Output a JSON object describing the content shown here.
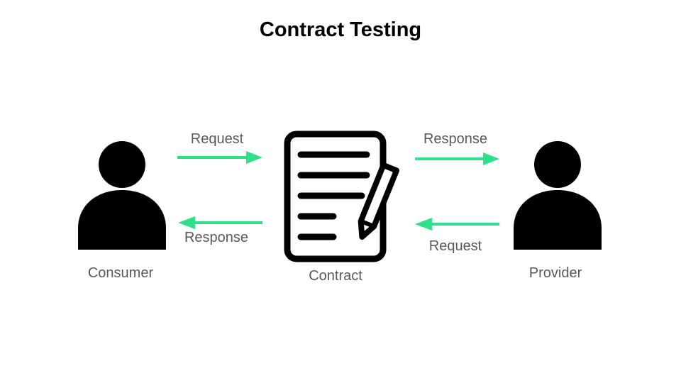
{
  "title": "Contract Testing",
  "colors": {
    "arrow": "#2ee08a",
    "icon": "#000000",
    "label_text": "#595959"
  },
  "nodes": {
    "consumer": {
      "label": "Consumer",
      "icon": "person-icon"
    },
    "contract": {
      "label": "Contract",
      "icon": "document-pencil-icon"
    },
    "provider": {
      "label": "Provider",
      "icon": "person-icon"
    }
  },
  "edges": {
    "consumer_to_contract": "Request",
    "contract_to_consumer": "Response",
    "contract_to_provider": "Response",
    "provider_to_contract": "Request"
  }
}
